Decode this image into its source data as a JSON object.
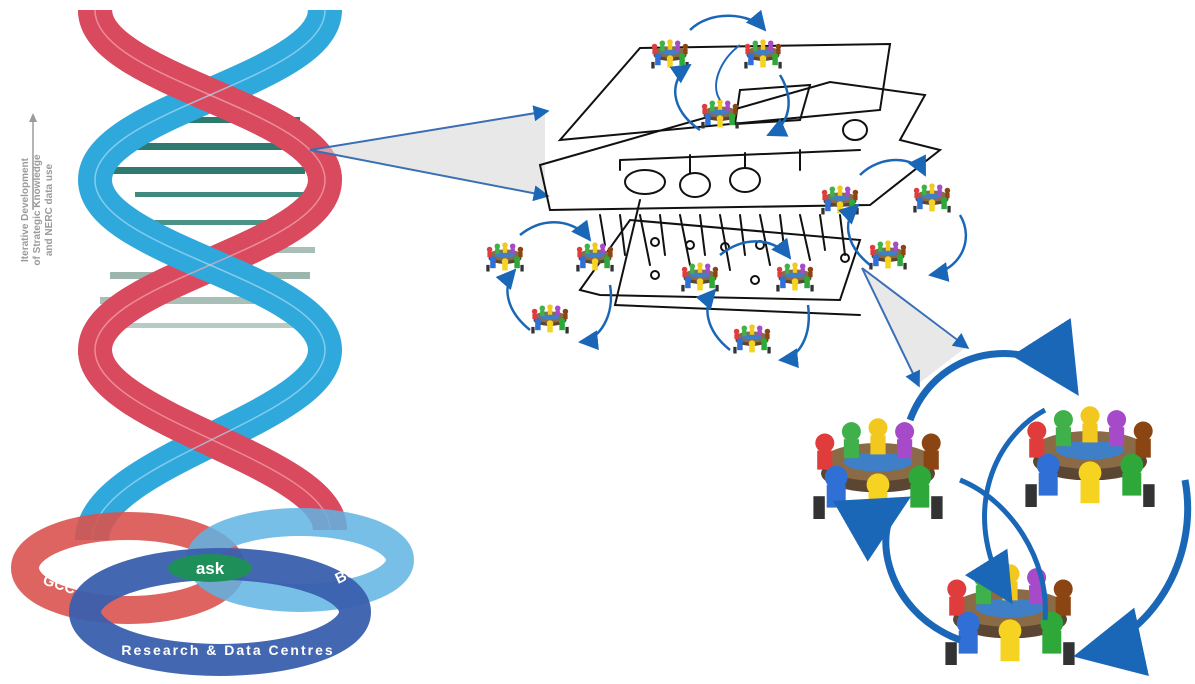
{
  "side_label": {
    "line1": "Iterative Development",
    "line2": "of Strategic Knowledge",
    "line3": "and NERC data use"
  },
  "venn": {
    "left": "GCC",
    "right": "BGS",
    "center": "ask",
    "bottom": "Research & Data Centres"
  },
  "colors": {
    "red_strand": "#d94a5e",
    "blue_strand": "#2fa8dc",
    "rung_dark": "#2e7a6e",
    "rung_light": "#a8bfb7",
    "gcc_ring": "#d9534f",
    "bgs_ring": "#5fb4e3",
    "rdc_ring": "#3a5fae",
    "ask_ring": "#1f8f5a",
    "arrow_blue": "#3a6fb5",
    "cycle_blue": "#1a67b8"
  },
  "icons": [
    "meeting-table-icon",
    "cycle-arrow-icon",
    "hand-drawn-network-sketch"
  ]
}
